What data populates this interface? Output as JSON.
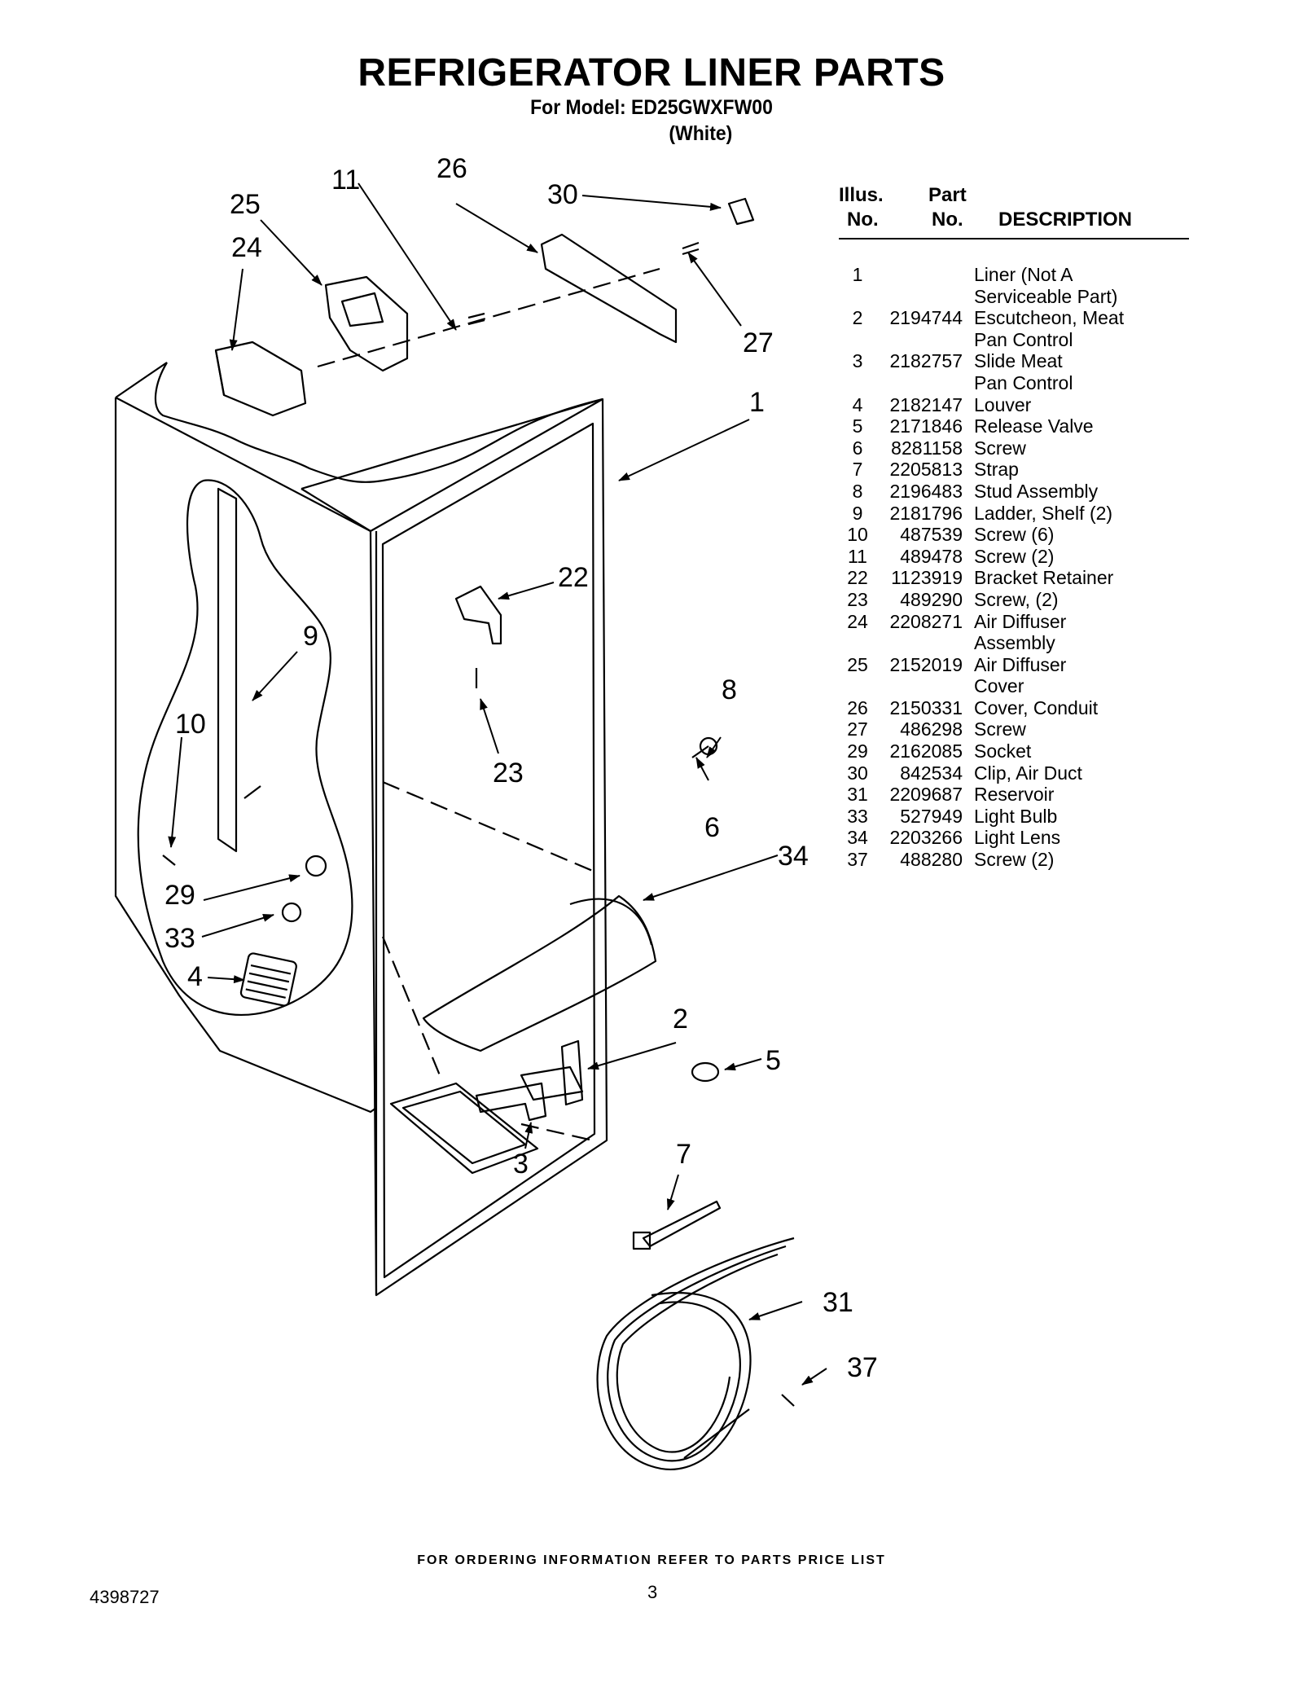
{
  "title": "REFRIGERATOR LINER PARTS",
  "model_line": "For Model: ED25GWXFW00",
  "color_line": "(White)",
  "table": {
    "headers": {
      "illus_top": "Illus.",
      "illus_bottom": "No.",
      "part_top": "Part",
      "part_bottom": "No.",
      "description": "DESCRIPTION"
    },
    "rows": [
      {
        "illus": "1",
        "part": "",
        "desc": "Liner (Not A"
      },
      {
        "illus": "",
        "part": "",
        "desc": "Serviceable Part)"
      },
      {
        "illus": "2",
        "part": "2194744",
        "desc": "Escutcheon, Meat"
      },
      {
        "illus": "",
        "part": "",
        "desc": "Pan Control"
      },
      {
        "illus": "3",
        "part": "2182757",
        "desc": "Slide Meat"
      },
      {
        "illus": "",
        "part": "",
        "desc": "Pan Control"
      },
      {
        "illus": "4",
        "part": "2182147",
        "desc": "Louver"
      },
      {
        "illus": "5",
        "part": "2171846",
        "desc": "Release Valve"
      },
      {
        "illus": "6",
        "part": "8281158",
        "desc": "Screw"
      },
      {
        "illus": "7",
        "part": "2205813",
        "desc": "Strap"
      },
      {
        "illus": "8",
        "part": "2196483",
        "desc": "Stud Assembly"
      },
      {
        "illus": "9",
        "part": "2181796",
        "desc": "Ladder, Shelf (2)"
      },
      {
        "illus": "10",
        "part": "487539",
        "desc": "Screw (6)"
      },
      {
        "illus": "11",
        "part": "489478",
        "desc": "Screw (2)"
      },
      {
        "illus": "22",
        "part": "1123919",
        "desc": "Bracket Retainer"
      },
      {
        "illus": "23",
        "part": "489290",
        "desc": "Screw, (2)"
      },
      {
        "illus": "24",
        "part": "2208271",
        "desc": "Air Diffuser"
      },
      {
        "illus": "",
        "part": "",
        "desc": "Assembly"
      },
      {
        "illus": "25",
        "part": "2152019",
        "desc": "Air Diffuser"
      },
      {
        "illus": "",
        "part": "",
        "desc": "Cover"
      },
      {
        "illus": "26",
        "part": "2150331",
        "desc": "Cover, Conduit"
      },
      {
        "illus": "27",
        "part": "486298",
        "desc": "Screw"
      },
      {
        "illus": "29",
        "part": "2162085",
        "desc": "Socket"
      },
      {
        "illus": "30",
        "part": "842534",
        "desc": "Clip, Air Duct"
      },
      {
        "illus": "31",
        "part": "2209687",
        "desc": "Reservoir"
      },
      {
        "illus": "33",
        "part": "527949",
        "desc": "Light Bulb"
      },
      {
        "illus": "34",
        "part": "2203266",
        "desc": "Light Lens"
      },
      {
        "illus": "37",
        "part": "488280",
        "desc": "Screw (2)"
      }
    ]
  },
  "callouts": {
    "c1": "1",
    "c2": "2",
    "c3": "3",
    "c4": "4",
    "c5": "5",
    "c6": "6",
    "c7": "7",
    "c8": "8",
    "c9": "9",
    "c10": "10",
    "c11": "11",
    "c22": "22",
    "c23": "23",
    "c24": "24",
    "c25": "25",
    "c26": "26",
    "c27": "27",
    "c29": "29",
    "c30": "30",
    "c31": "31",
    "c33": "33",
    "c34": "34",
    "c37": "37"
  },
  "footer": "FOR ORDERING INFORMATION REFER TO PARTS PRICE LIST",
  "document_number": "4398727",
  "page_number": "3"
}
